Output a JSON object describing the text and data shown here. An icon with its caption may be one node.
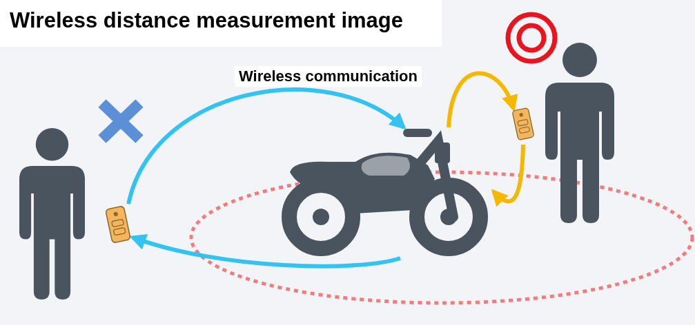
{
  "diagram": {
    "title": "Wireless distance measurement image",
    "nodes": [
      {
        "text": [],
        "shape": "picture"
      },
      {
        "text": [],
        "shape": "picture"
      },
      {
        "text": [],
        "shape": "picture"
      }
    ],
    "edges": [
      {
        "from": 0,
        "to": 1,
        "arrow": "to",
        "color": "#33c3f0"
      },
      {
        "from": 1,
        "to": 0,
        "arrow": "to",
        "color": "#33c3f0"
      },
      {
        "from": 1,
        "to": 2,
        "arrow": "to",
        "color": "#f5b800"
      },
      {
        "from": 2,
        "to": 1,
        "arrow": "to",
        "color": "#f5b800"
      }
    ],
    "labels": [
      "Wireless communication"
    ]
  }
}
